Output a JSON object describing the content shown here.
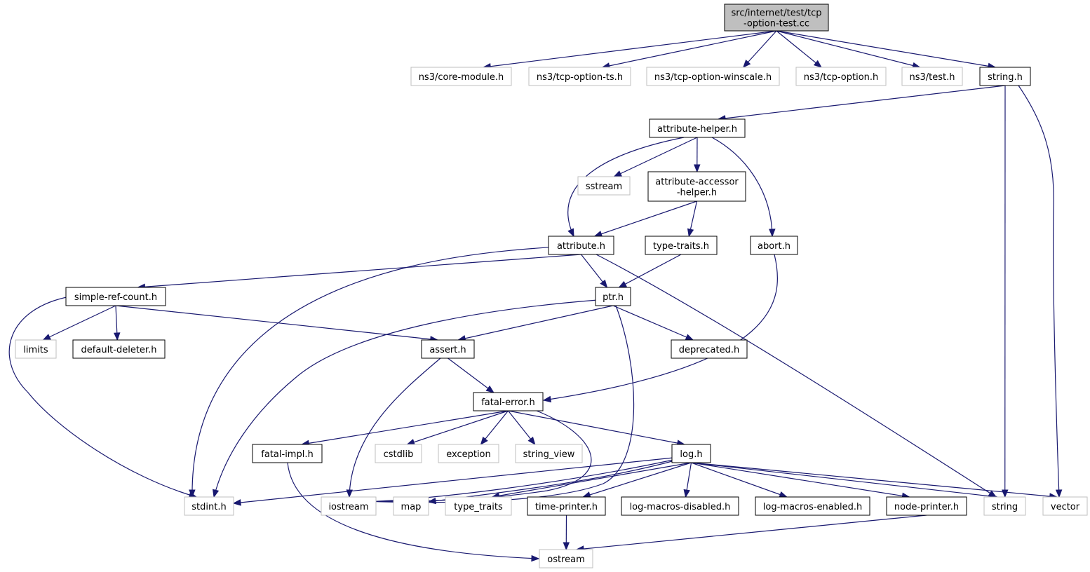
{
  "nodes": {
    "root": {
      "lines": [
        "src/internet/test/tcp",
        "-option-test.cc"
      ],
      "kind": "root"
    },
    "core_module": {
      "lines": [
        "ns3/core-module.h"
      ],
      "kind": "ext"
    },
    "tcp_option_ts": {
      "lines": [
        "ns3/tcp-option-ts.h"
      ],
      "kind": "ext"
    },
    "tcp_option_winscale": {
      "lines": [
        "ns3/tcp-option-winscale.h"
      ],
      "kind": "ext"
    },
    "tcp_option": {
      "lines": [
        "ns3/tcp-option.h"
      ],
      "kind": "ext"
    },
    "test_h": {
      "lines": [
        "ns3/test.h"
      ],
      "kind": "ext"
    },
    "string_h": {
      "lines": [
        "string.h"
      ],
      "kind": "doc"
    },
    "attribute_helper": {
      "lines": [
        "attribute-helper.h"
      ],
      "kind": "doc"
    },
    "sstream": {
      "lines": [
        "sstream"
      ],
      "kind": "ext"
    },
    "attribute_accessor_helper": {
      "lines": [
        "attribute-accessor",
        "-helper.h"
      ],
      "kind": "doc"
    },
    "abort_h": {
      "lines": [
        "abort.h"
      ],
      "kind": "doc"
    },
    "attribute_h": {
      "lines": [
        "attribute.h"
      ],
      "kind": "doc"
    },
    "type_traits_h": {
      "lines": [
        "type-traits.h"
      ],
      "kind": "doc"
    },
    "simple_ref_count": {
      "lines": [
        "simple-ref-count.h"
      ],
      "kind": "doc"
    },
    "ptr_h": {
      "lines": [
        "ptr.h"
      ],
      "kind": "doc"
    },
    "limits": {
      "lines": [
        "limits"
      ],
      "kind": "ext"
    },
    "default_deleter": {
      "lines": [
        "default-deleter.h"
      ],
      "kind": "doc"
    },
    "assert_h": {
      "lines": [
        "assert.h"
      ],
      "kind": "doc"
    },
    "deprecated_h": {
      "lines": [
        "deprecated.h"
      ],
      "kind": "doc"
    },
    "fatal_error": {
      "lines": [
        "fatal-error.h"
      ],
      "kind": "doc"
    },
    "fatal_impl": {
      "lines": [
        "fatal-impl.h"
      ],
      "kind": "doc"
    },
    "cstdlib": {
      "lines": [
        "cstdlib"
      ],
      "kind": "ext"
    },
    "exception": {
      "lines": [
        "exception"
      ],
      "kind": "ext"
    },
    "string_view": {
      "lines": [
        "string_view"
      ],
      "kind": "ext"
    },
    "log_h": {
      "lines": [
        "log.h"
      ],
      "kind": "doc"
    },
    "stdint_h": {
      "lines": [
        "stdint.h"
      ],
      "kind": "ext"
    },
    "iostream": {
      "lines": [
        "iostream"
      ],
      "kind": "ext"
    },
    "map": {
      "lines": [
        "map"
      ],
      "kind": "ext"
    },
    "type_traits": {
      "lines": [
        "type_traits"
      ],
      "kind": "ext"
    },
    "time_printer": {
      "lines": [
        "time-printer.h"
      ],
      "kind": "doc"
    },
    "log_macros_disabled": {
      "lines": [
        "log-macros-disabled.h"
      ],
      "kind": "doc"
    },
    "log_macros_enabled": {
      "lines": [
        "log-macros-enabled.h"
      ],
      "kind": "doc"
    },
    "node_printer": {
      "lines": [
        "node-printer.h"
      ],
      "kind": "doc"
    },
    "string": {
      "lines": [
        "string"
      ],
      "kind": "ext"
    },
    "vector": {
      "lines": [
        "vector"
      ],
      "kind": "ext"
    },
    "ostream": {
      "lines": [
        "ostream"
      ],
      "kind": "ext"
    }
  },
  "edges": [
    [
      "root",
      "core_module"
    ],
    [
      "root",
      "tcp_option_ts"
    ],
    [
      "root",
      "tcp_option_winscale"
    ],
    [
      "root",
      "tcp_option"
    ],
    [
      "root",
      "test_h"
    ],
    [
      "root",
      "string_h"
    ],
    [
      "string_h",
      "attribute_helper"
    ],
    [
      "string_h",
      "string"
    ],
    [
      "string_h",
      "vector"
    ],
    [
      "attribute_helper",
      "attribute_h"
    ],
    [
      "attribute_helper",
      "sstream"
    ],
    [
      "attribute_helper",
      "attribute_accessor_helper"
    ],
    [
      "attribute_helper",
      "abort_h"
    ],
    [
      "attribute_accessor_helper",
      "attribute_h"
    ],
    [
      "attribute_accessor_helper",
      "type_traits_h"
    ],
    [
      "attribute_h",
      "simple_ref_count"
    ],
    [
      "attribute_h",
      "stdint_h"
    ],
    [
      "attribute_h",
      "ptr_h"
    ],
    [
      "attribute_h",
      "string"
    ],
    [
      "type_traits_h",
      "ptr_h"
    ],
    [
      "abort_h",
      "fatal_error"
    ],
    [
      "simple_ref_count",
      "stdint_h"
    ],
    [
      "simple_ref_count",
      "limits"
    ],
    [
      "simple_ref_count",
      "default_deleter"
    ],
    [
      "simple_ref_count",
      "assert_h"
    ],
    [
      "ptr_h",
      "stdint_h"
    ],
    [
      "ptr_h",
      "assert_h"
    ],
    [
      "ptr_h",
      "deprecated_h"
    ],
    [
      "ptr_h",
      "iostream"
    ],
    [
      "assert_h",
      "fatal_error"
    ],
    [
      "assert_h",
      "iostream"
    ],
    [
      "fatal_error",
      "fatal_impl"
    ],
    [
      "fatal_error",
      "cstdlib"
    ],
    [
      "fatal_error",
      "exception"
    ],
    [
      "fatal_error",
      "string_view"
    ],
    [
      "fatal_error",
      "log_h"
    ],
    [
      "fatal_error",
      "iostream"
    ],
    [
      "fatal_impl",
      "ostream"
    ],
    [
      "log_h",
      "stdint_h"
    ],
    [
      "log_h",
      "iostream"
    ],
    [
      "log_h",
      "map"
    ],
    [
      "log_h",
      "type_traits"
    ],
    [
      "log_h",
      "time_printer"
    ],
    [
      "log_h",
      "log_macros_disabled"
    ],
    [
      "log_h",
      "log_macros_enabled"
    ],
    [
      "log_h",
      "node_printer"
    ],
    [
      "log_h",
      "string"
    ],
    [
      "log_h",
      "vector"
    ],
    [
      "time_printer",
      "ostream"
    ],
    [
      "node_printer",
      "ostream"
    ]
  ]
}
